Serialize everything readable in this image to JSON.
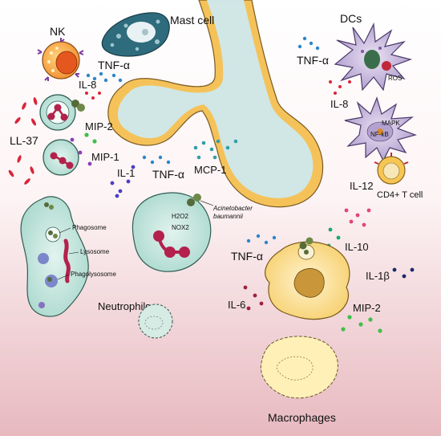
{
  "labels": {
    "mast_cell": "Mast cell",
    "nk": "NK",
    "dcs": "DCs",
    "ll37": "LL-37",
    "neutrophils": "Neutrophils",
    "macrophages": "Macrophages",
    "cd4_t_cell": "CD4+ T cell",
    "ros": "ROS",
    "mapk": "MAPK",
    "nfkb": "NF-kB",
    "nox2": "NOX2",
    "h2o2": "H2O2",
    "phagosome": "Phagosome",
    "lysosome": "Lysosome",
    "phagolysosome": "Phagolysosome",
    "bacterium_line1": "Acinetobacter",
    "bacterium_line2": "baumannii"
  },
  "cytokines": {
    "tnf_mast": "TNF-α",
    "il8_left": "IL-8",
    "mip2_left": "MIP-2",
    "mip1": "MIP-1",
    "il1": "IL-1",
    "tnf_center": "TNF-α",
    "mcp1": "MCP-1",
    "tnf_dc": "TNF-α",
    "il8_dc": "IL-8",
    "il12": "IL-12",
    "tnf_mac": "TNF-α",
    "il10": "IL-10",
    "il1b": "IL-1β",
    "il6": "IL-6",
    "mip2_mac": "MIP-2"
  },
  "colors": {
    "background_top": "#ffffff",
    "background_bottom": "#e7b9bf",
    "airway_fill": "#cde9ee",
    "airway_wall": "#f5c25a",
    "mast_cell": "#2e6b7c",
    "nk_cell": "#f39a3c",
    "dendritic_cell": "#c9b9dd",
    "neutrophil": "#c3e4dc",
    "macrophage": "#fbdc8c",
    "nucleus_red": "#b3214c",
    "bacterium": "#556b3a"
  }
}
